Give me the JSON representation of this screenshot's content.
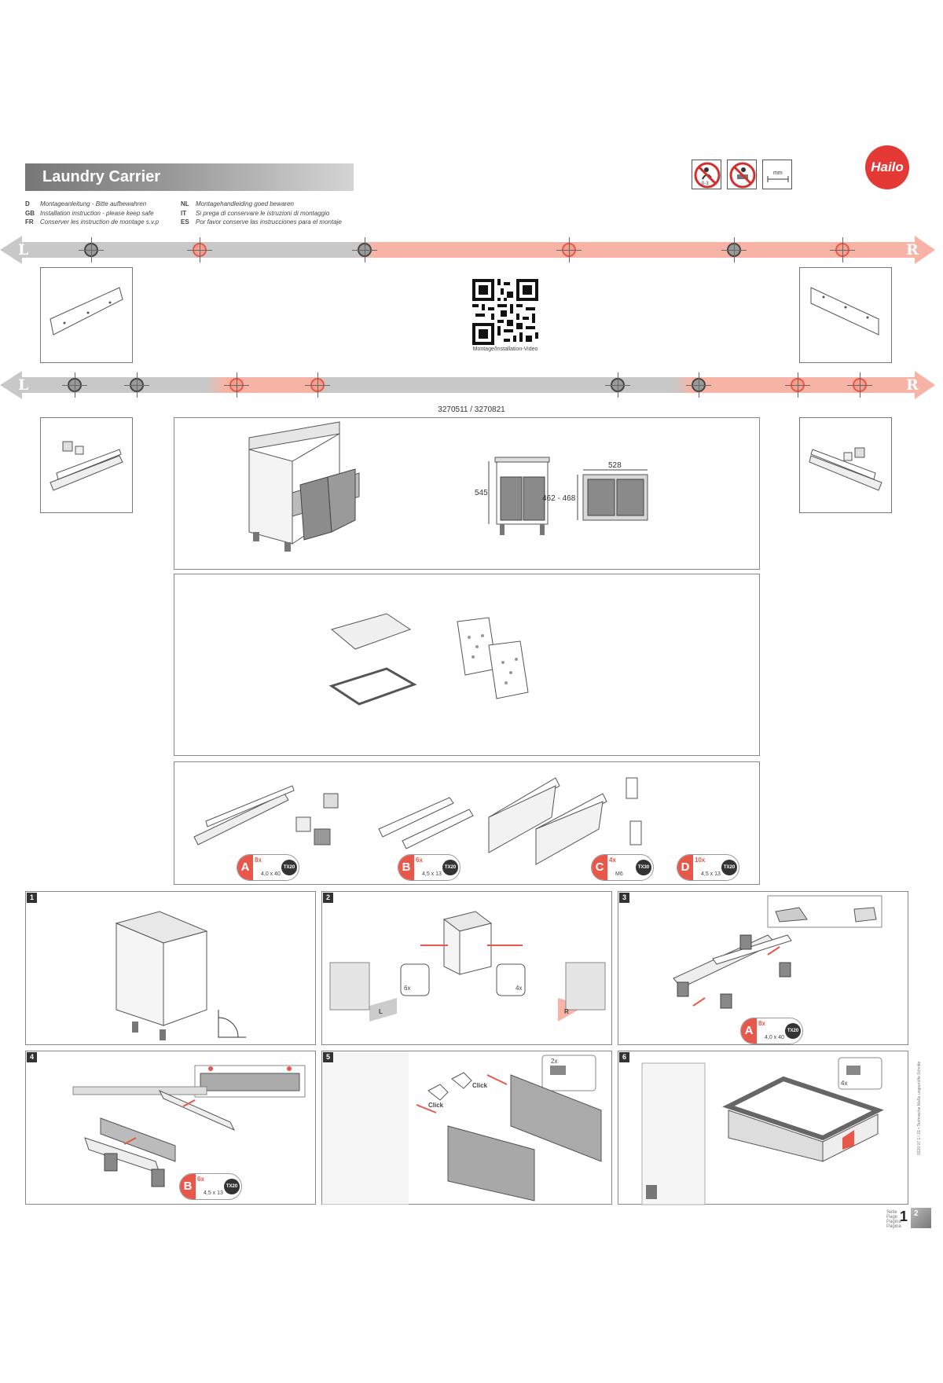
{
  "header": {
    "title": "Laundry Carrier",
    "brand": "Hailo",
    "languages": [
      {
        "code": "D",
        "text": "Montageanleitung - Bitte aufbewahren"
      },
      {
        "code": "GB",
        "text": "Installation instruction - please keep safe"
      },
      {
        "code": "FR",
        "text": "Conserver les instruction de montage s.v.p"
      },
      {
        "code": "NL",
        "text": "Montagehandleiding goed bewaren"
      },
      {
        "code": "IT",
        "text": "Si prega di conservare le istruzioni di montaggio"
      },
      {
        "code": "ES",
        "text": "Por favor conserve las instrucciones para el montaje"
      }
    ],
    "warning_icons": [
      "no-child-icon",
      "no-climb-icon",
      "measure-mm-icon"
    ],
    "mm_label": "mm",
    "age_label": "0-3"
  },
  "rulers": {
    "left_label": "L",
    "right_label": "R"
  },
  "qr": {
    "caption": "Montage/Installation-Video"
  },
  "product": {
    "article_numbers": "3270511 / 3270821",
    "dimensions": {
      "height": "545",
      "width": "528",
      "depth": "462 - 468"
    }
  },
  "parts": [
    {
      "letter": "A",
      "qty": "8x",
      "size": "4,0 x 40",
      "drive": "TX20"
    },
    {
      "letter": "B",
      "qty": "6x",
      "size": "4,5 x 13",
      "drive": "TX20"
    },
    {
      "letter": "C",
      "qty": "4x",
      "size": "M6",
      "drive": "TX30"
    },
    {
      "letter": "D",
      "qty": "10x",
      "size": "4,5 x 13",
      "drive": "TX20"
    }
  ],
  "steps": [
    {
      "num": "1"
    },
    {
      "num": "2",
      "tool_left_qty": "6x",
      "tool_right_qty": "4x",
      "left_label": "L",
      "right_label": "R"
    },
    {
      "num": "3",
      "badge": {
        "letter": "A",
        "qty": "8x",
        "size": "4,0 x 40",
        "drive": "TX20"
      }
    },
    {
      "num": "4",
      "badge": {
        "letter": "B",
        "qty": "6x",
        "size": "4,5 x 13",
        "drive": "TX20"
      }
    },
    {
      "num": "5",
      "click": "Click",
      "detail_qty": "2x"
    },
    {
      "num": "6",
      "detail_qty": "4x"
    }
  ],
  "footer": {
    "page_current": "1",
    "page_next": "2",
    "side_text": "0220 07 1 / 21 • Technische Maße ungeprüfte Schritte"
  },
  "colors": {
    "accent": "#e8584a",
    "ruler_grey": "#c8c8c8",
    "ruler_salmon": "#f7b4a6"
  }
}
